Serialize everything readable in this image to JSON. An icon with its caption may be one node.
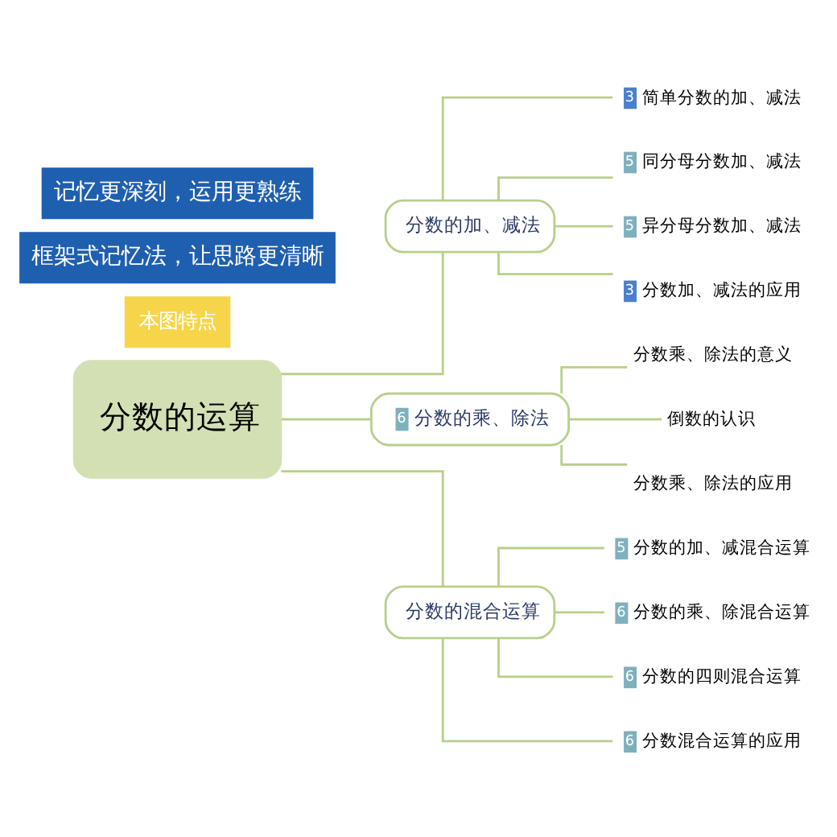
{
  "diagram": {
    "nodes": [
      {
        "text": [
          "分数的运算"
        ]
      },
      {
        "text": [
          "分数的加、减法"
        ]
      },
      {
        "text": [
          "6",
          "分数的乘、除法"
        ]
      },
      {
        "text": [
          "分数的混合运算"
        ]
      },
      {
        "text": [
          "3",
          "简单分数的加、减法"
        ]
      },
      {
        "text": [
          "5",
          "同分母分数加、减法"
        ]
      },
      {
        "text": [
          "5",
          "异分母分数加、减法"
        ]
      },
      {
        "text": [
          "3",
          "分数加、减法的应用"
        ]
      },
      {
        "text": [
          "分数乘、除法的意义"
        ]
      },
      {
        "text": [
          "倒数的认识"
        ]
      },
      {
        "text": [
          "分数乘、除法的应用"
        ]
      },
      {
        "text": [
          "5",
          "分数的加、减混合运算"
        ]
      },
      {
        "text": [
          "6",
          "分数的乘、除混合运算"
        ]
      },
      {
        "text": [
          "6",
          "分数的四则混合运算"
        ]
      },
      {
        "text": [
          "6",
          "分数混合运算的应用"
        ]
      }
    ],
    "edges": [
      {
        "from": 0,
        "to": 1,
        "arrow": "none"
      },
      {
        "from": 0,
        "to": 2,
        "arrow": "none"
      },
      {
        "from": 0,
        "to": 3,
        "arrow": "none"
      },
      {
        "from": 1,
        "to": 4,
        "arrow": "none"
      },
      {
        "from": 1,
        "to": 5,
        "arrow": "none"
      },
      {
        "from": 1,
        "to": 6,
        "arrow": "none"
      },
      {
        "from": 1,
        "to": 7,
        "arrow": "none"
      },
      {
        "from": 2,
        "to": 8,
        "arrow": "none"
      },
      {
        "from": 2,
        "to": 9,
        "arrow": "none"
      },
      {
        "from": 2,
        "to": 10,
        "arrow": "none"
      },
      {
        "from": 3,
        "to": 11,
        "arrow": "none"
      },
      {
        "from": 3,
        "to": 12,
        "arrow": "none"
      },
      {
        "from": 3,
        "to": 13,
        "arrow": "none"
      },
      {
        "from": 3,
        "to": 14,
        "arrow": "none"
      }
    ],
    "labels": [
      "本图特点",
      "框架式记忆法，让思路更清晰",
      "记忆更深刻，运用更熟练"
    ]
  }
}
